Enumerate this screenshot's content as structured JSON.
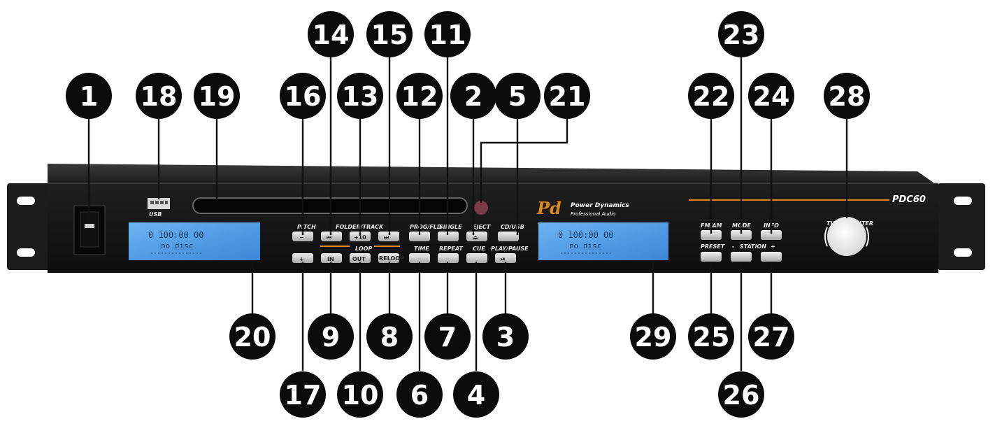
{
  "device": {
    "brand_name": "Power Dynamics",
    "brand_tagline": "Professional Audio",
    "model": "PDC60"
  },
  "panel_labels": {
    "usb": "USB",
    "pitch": "PITCH",
    "folder_track": "FOLDER/TRACK",
    "prog_fld": "PROG/FLD",
    "single": "SINGLE",
    "eject": "EJECT",
    "cd_usb": "CD/USB",
    "loop": "LOOP",
    "time": "TIME",
    "repeat": "REPEAT",
    "cue": "CUE",
    "play_pause": "PLAY/PAUSE",
    "reloop": "RELOOP",
    "in": "IN",
    "out": "OUT",
    "plus10": "+10",
    "fm_am": "FM/AM",
    "mode": "MODE",
    "info": "INFO",
    "preset": "PRESET",
    "station": "STATION",
    "station_minus": "-",
    "station_plus": "+",
    "tuning_enter": "TUNING/ENTER",
    "pitch_minus": "−",
    "pitch_plus": "+",
    "prev_icon": "⏮",
    "next_icon": "⏭",
    "eject_icon": "⏏",
    "play_icon": "⏯"
  },
  "displays": {
    "left": {
      "line1": "0 100:00 00",
      "line2": "no disc"
    },
    "right": {
      "line1": "0 100:00 00",
      "line2": "no disc"
    }
  },
  "callouts": [
    "1",
    "2",
    "3",
    "4",
    "5",
    "6",
    "7",
    "8",
    "9",
    "10",
    "11",
    "12",
    "13",
    "14",
    "15",
    "16",
    "17",
    "18",
    "19",
    "20",
    "21",
    "22",
    "23",
    "24",
    "25",
    "26",
    "27",
    "28",
    "29"
  ],
  "colors": {
    "panel": "#141414",
    "panel_top": "#2a2a2a",
    "display": "#4d9fe6",
    "accent_orange": "#d98a1c",
    "callout_bg": "#0b0b0b"
  }
}
